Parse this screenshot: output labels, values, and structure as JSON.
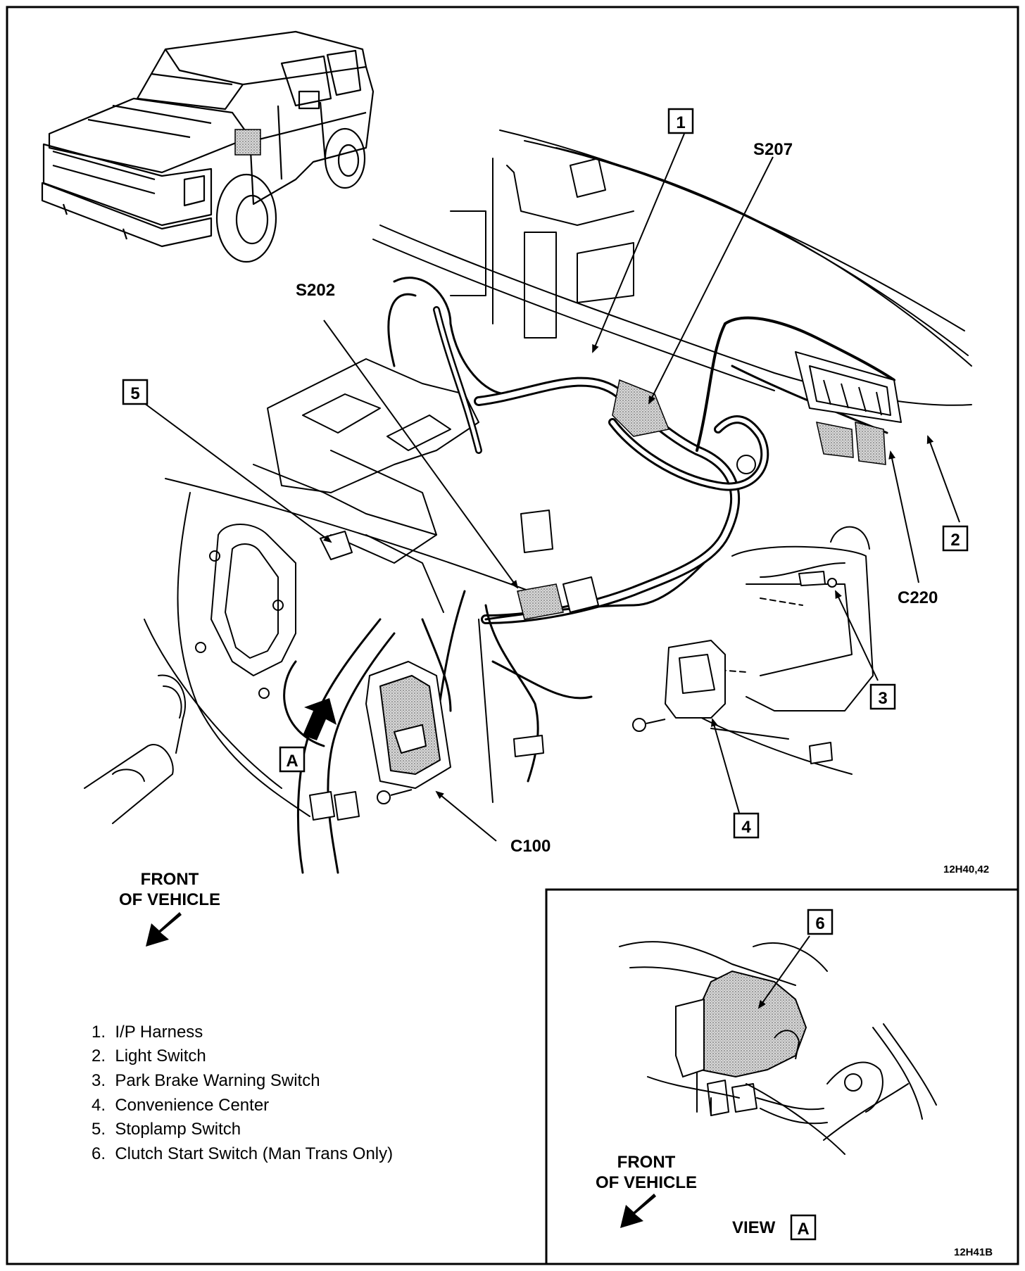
{
  "main_view": {
    "labels": {
      "s207": "S207",
      "s202": "S202",
      "c220": "C220",
      "c100": "C100"
    },
    "callouts": [
      "1",
      "2",
      "3",
      "4",
      "5"
    ],
    "view_marker": "A",
    "front_of_vehicle": [
      "FRONT",
      "OF VEHICLE"
    ],
    "ref_code": "12H40,42"
  },
  "inset_view": {
    "callout": "6",
    "front_of_vehicle": [
      "FRONT",
      "OF VEHICLE"
    ],
    "view_label": "VIEW",
    "view_marker": "A",
    "ref_code": "12H41B"
  },
  "legend": [
    "1.  I/P Harness",
    "2.  Light Switch",
    "3.  Park Brake Warning Switch",
    "4.  Convenience Center",
    "5.  Stoplamp Switch",
    "6.  Clutch Start Switch (Man Trans Only)"
  ]
}
